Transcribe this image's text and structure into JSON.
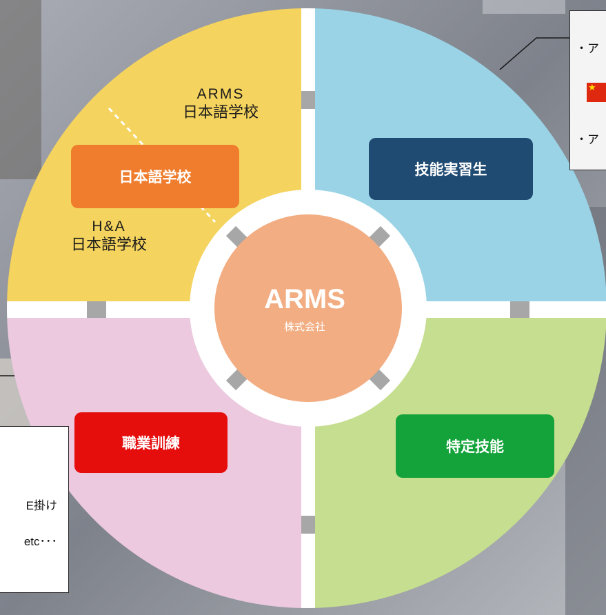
{
  "colors": {
    "yellow": "#f4d35e",
    "blue": "#9ad3e6",
    "pink": "#ecc9df",
    "green": "#c5de8f",
    "center": "#f2ad82",
    "ring": "#ffffff",
    "connector": "#a7a7a7",
    "tag_orange": "#ef7d2d",
    "tag_navy": "#1f4a72",
    "tag_red": "#e60d0d",
    "tag_green": "#14a33a"
  },
  "center": {
    "title": "ARMS",
    "subtitle": "株式会社"
  },
  "quadrants": {
    "top_left": {
      "tag": "日本語学校",
      "school_1": {
        "en": "ARMS",
        "jp": "日本語学校"
      },
      "school_2": {
        "en": "H&A",
        "jp": "日本語学校"
      }
    },
    "top_right": {
      "tag": "技能実習生"
    },
    "bottom_left": {
      "tag": "職業訓練"
    },
    "bottom_right": {
      "tag": "特定技能"
    }
  },
  "callouts": {
    "top_right": {
      "line1": "・ア",
      "line2": "・ア",
      "flag_icon": "china-flag-icon"
    },
    "bottom_left": {
      "line1": "E掛け",
      "line2": "etc･･･"
    }
  }
}
